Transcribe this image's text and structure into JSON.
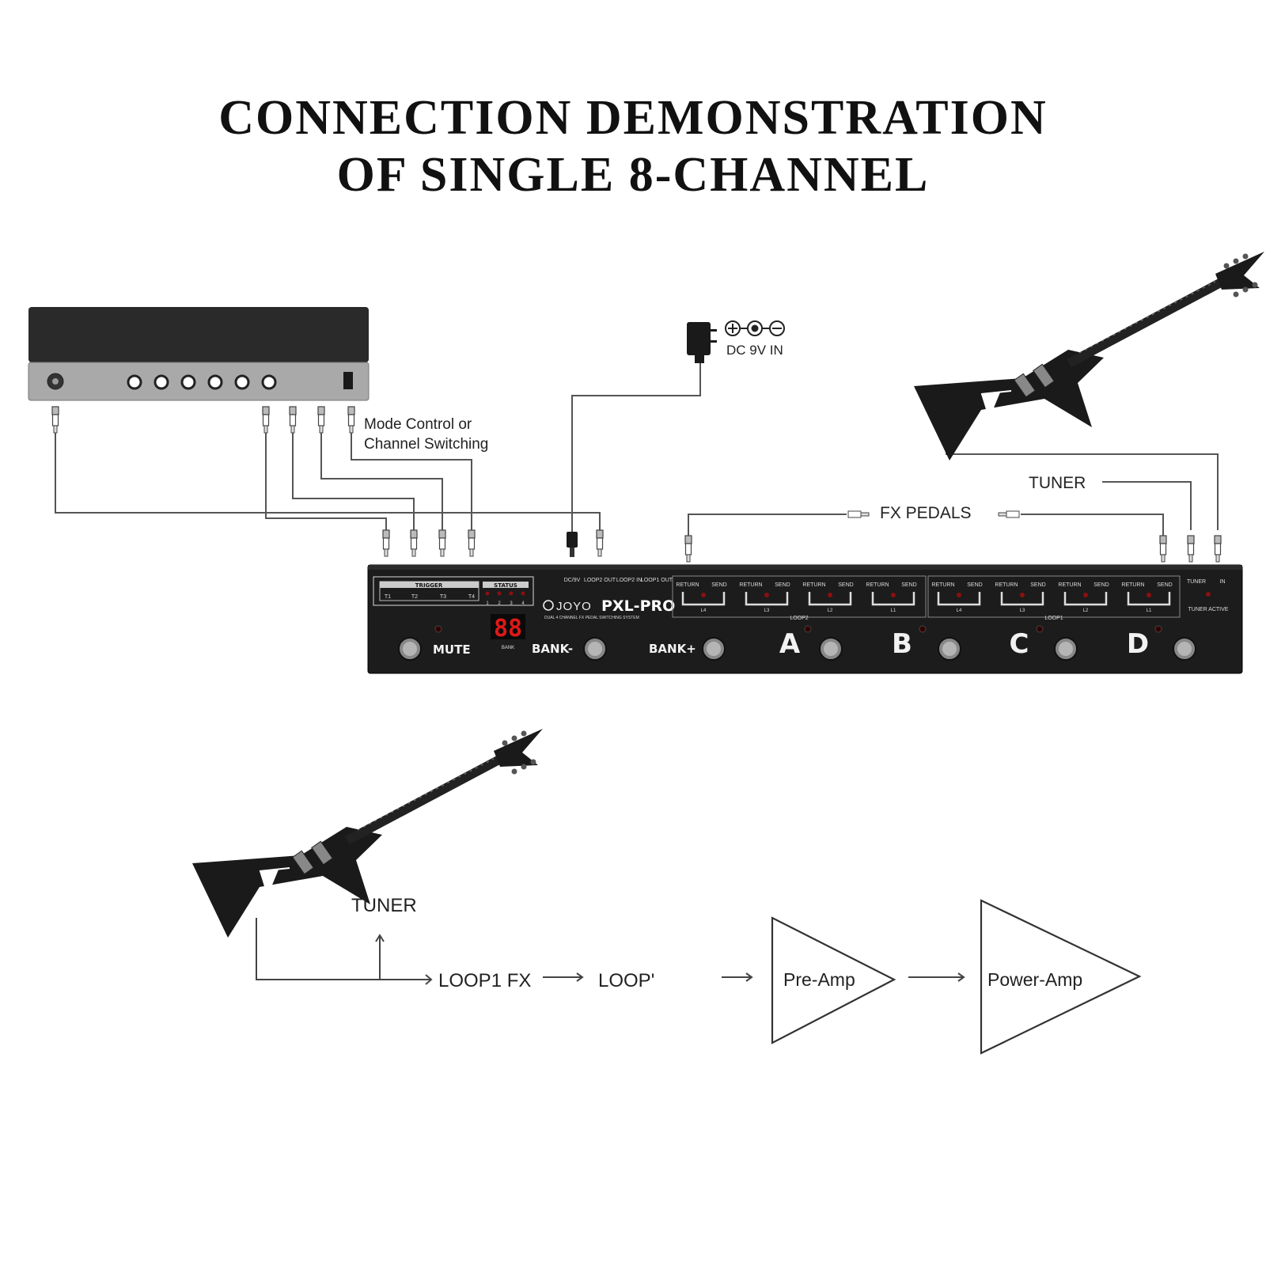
{
  "title": {
    "line1": "CONNECTION DEMONSTRATION",
    "line2": "OF SINGLE 8-CHANNEL"
  },
  "labels": {
    "mode_control_line1": "Mode Control or",
    "mode_control_line2": "Channel Switching",
    "dc_in": "DC 9V IN",
    "tuner": "TUNER",
    "fx_pedals": "FX PEDALS"
  },
  "pedal": {
    "brand": "JOYO",
    "model": "PXL-PRO",
    "subtitle": "DUAL 4 CHANNEL FX PEDAL SWITCHING SYSTEM",
    "trigger_label": "TRIGGER",
    "trigger_jacks": [
      "T1",
      "T2",
      "T3",
      "T4"
    ],
    "status_label": "STATUS",
    "status_leds": [
      "1",
      "2",
      "3",
      "4"
    ],
    "io_jacks": [
      "DC/9V",
      "LOOP2 OUT",
      "LOOP2 IN",
      "LOOP1 OUT"
    ],
    "return_label": "RETURN",
    "send_label": "SEND",
    "loop2_jacks": [
      "L4",
      "L3",
      "L2",
      "L1"
    ],
    "loop1_jacks": [
      "L4",
      "L3",
      "L2",
      "L1"
    ],
    "loop2_label": "LOOP2",
    "loop1_label": "LOOP1",
    "tuner_jack": "TUNER",
    "in_jack": "IN",
    "tuner_active": "TUNER ACTIVE",
    "display": "88",
    "bank_small": "BANK",
    "footswitches": [
      "MUTE",
      "BANK-",
      "BANK+",
      "A",
      "B",
      "C",
      "D"
    ]
  },
  "flow": {
    "tuner": "TUNER",
    "loop1": "LOOP1 FX",
    "loop2": "LOOP'",
    "preamp": "Pre-Amp",
    "poweramp": "Power-Amp"
  },
  "colors": {
    "pedal_body": "#1c1c1c",
    "amp_top": "#2a2a2a",
    "amp_panel": "#a9a9a9",
    "display_red": "#e01818",
    "led_red": "#8a1010",
    "line": "#555555"
  }
}
